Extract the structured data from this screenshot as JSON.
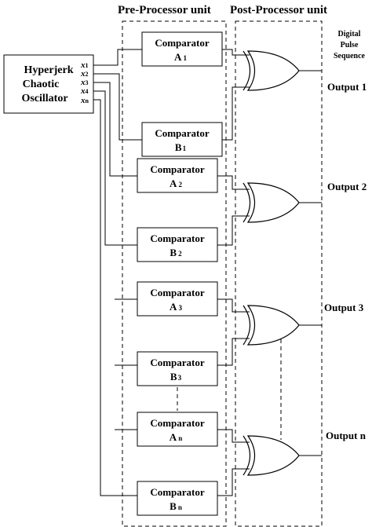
{
  "units": {
    "pre_processor": "Pre-Processor unit",
    "post_processor": "Post-Processor unit"
  },
  "oscillator": {
    "lines": [
      "Hyperjerk",
      "Chaotic",
      "Oscillator"
    ],
    "outputs": [
      {
        "base": "x",
        "sub": "1"
      },
      {
        "base": "x",
        "sub": "2"
      },
      {
        "base": "x",
        "sub": "3"
      },
      {
        "base": "x",
        "sub": "4"
      },
      {
        "base": "x",
        "sub": "n"
      }
    ]
  },
  "digital_pulse": [
    "Digital",
    "Pulse",
    "Sequence"
  ],
  "comparators": [
    {
      "label": "Comparator",
      "id": "A",
      "sub": "1"
    },
    {
      "label": "Comparator",
      "id": "B",
      "sub": "1"
    },
    {
      "label": "Comparator",
      "id": "A",
      "sub": "2"
    },
    {
      "label": "Comparator",
      "id": "B",
      "sub": "2"
    },
    {
      "label": "Comparator",
      "id": "A",
      "sub": "3"
    },
    {
      "label": "Comparator",
      "id": "B",
      "sub": "3"
    },
    {
      "label": "Comparator",
      "id": "A",
      "sub": "n"
    },
    {
      "label": "Comparator",
      "id": "B",
      "sub": "n"
    }
  ],
  "outputs": [
    "Output 1",
    "Output 2",
    "Output 3",
    "Output n"
  ]
}
